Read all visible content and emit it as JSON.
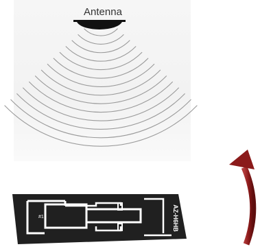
{
  "antenna": {
    "label": "Antenna"
  },
  "tag": {
    "marking": "AZ-H6HB",
    "small_mark": "#1"
  },
  "colors": {
    "tag_ink": "#202020",
    "wave_line": "#9a9a9a",
    "antenna_body": "#111111",
    "arrow": "#8b1a1a",
    "panel_bg": "#f3f3f3"
  },
  "icons": {
    "antenna": "antenna-icon",
    "waves": "radio-waves",
    "tag": "rfid-tag-icon",
    "arrow": "curved-arrow-icon"
  }
}
